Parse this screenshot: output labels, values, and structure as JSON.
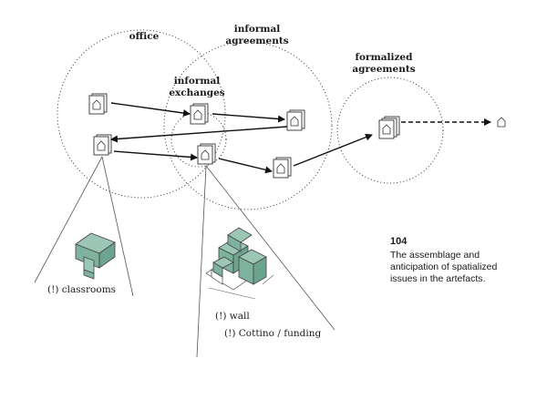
{
  "zones": {
    "office": "office",
    "informal_agreements_1": "informal",
    "informal_agreements_2": "agreements",
    "informal_exchanges_1": "informal",
    "informal_exchanges_2": "exchanges",
    "formalized_agreements_1": "formalized",
    "formalized_agreements_2": "agreements"
  },
  "cases": {
    "classrooms": "(!) classrooms",
    "wall": "(!) wall",
    "cottino": "(!) Cottino / funding"
  },
  "figure": {
    "number": "104",
    "caption_lines": [
      "The assemblage and",
      "anticipation of spatialized",
      "issues in the artefacts."
    ]
  },
  "colors": {
    "accent_green": "#9cc7b6",
    "line": "#333333"
  }
}
